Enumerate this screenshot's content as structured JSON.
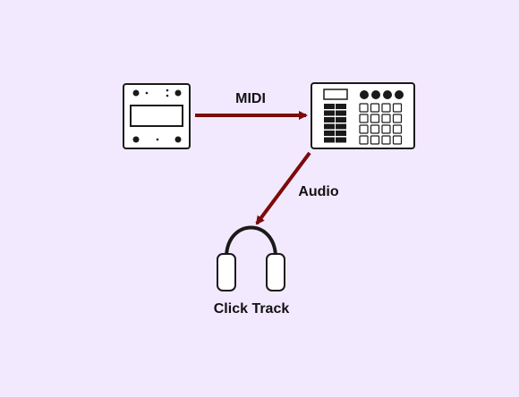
{
  "colors": {
    "background": "#f3e9fe",
    "arrow": "#7d0a0a",
    "device_fill": "#ffffff",
    "stroke": "#1a1a1a"
  },
  "devices": [
    {
      "id": "midi-controller",
      "icon": "small-midi-controller-icon"
    },
    {
      "id": "drum-machine",
      "icon": "drum-machine-pad-sampler-icon"
    },
    {
      "id": "headphones",
      "icon": "headphones-icon"
    }
  ],
  "connections": [
    {
      "from": "midi-controller",
      "to": "drum-machine",
      "label": "MIDI"
    },
    {
      "from": "drum-machine",
      "to": "headphones",
      "label": "Audio"
    }
  ],
  "labels": {
    "midi": "MIDI",
    "audio": "Audio",
    "headphones": "Click Track"
  }
}
